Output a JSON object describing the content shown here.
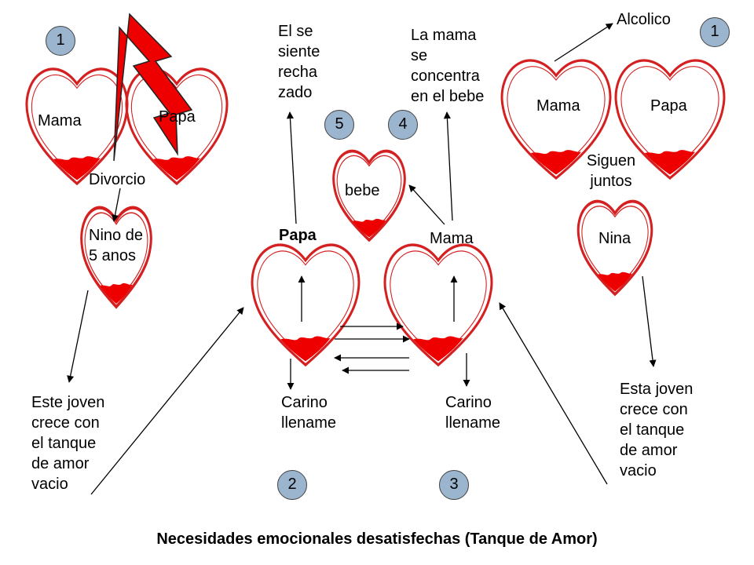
{
  "title": "Necesidades emocionales desatisfechas (Tanque de Amor)",
  "colors": {
    "heart_stroke": "#d42020",
    "heart_fill": "#ee0000",
    "badge": "#9bb5cf",
    "arrow": "#000000"
  },
  "icons": {
    "lightning": "lightning-bolt-icon"
  },
  "left_family": {
    "badge": "1",
    "mother": "Mama",
    "father": "Papa",
    "event": "Divorcio",
    "child": "Nino de\n5 anos",
    "outcome": "Este joven\ncrece con\nel tanque\nde amor\nvacio"
  },
  "right_family": {
    "badge": "1",
    "note": "Alcolico",
    "mother": "Mama",
    "father": "Papa",
    "status": "Siguen\njuntos",
    "child": "Nina",
    "outcome": "Esta joven\ncrece con\nel tanque\nde amor\nvacio"
  },
  "center": {
    "husband": "Papa",
    "wife": "Mama",
    "baby": "bebe",
    "husband_need": "Carino\nllename",
    "wife_need": "Carino\nllename",
    "husband_feeling": "El se\nsiente\nrecha\nzado",
    "wife_focus": "La mama\nse\nconcentra\nen el bebe",
    "badge_husband": "2",
    "badge_wife": "3",
    "badge_focus": "4",
    "badge_rejected": "5"
  }
}
